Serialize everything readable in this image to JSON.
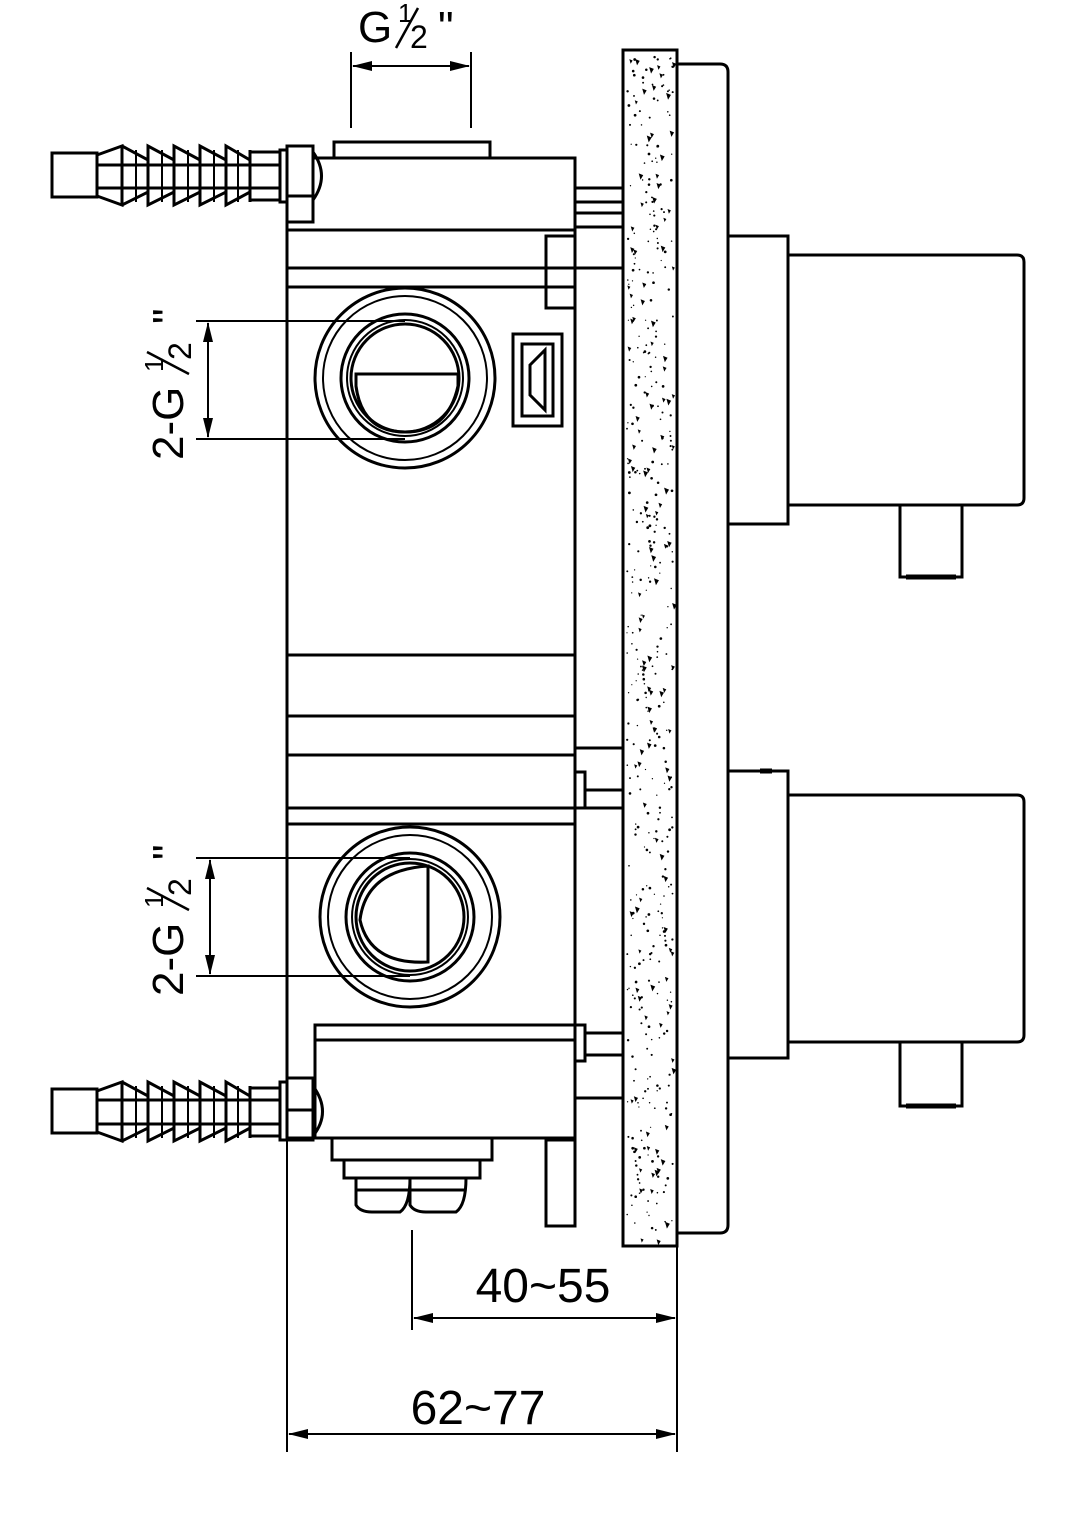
{
  "labels": {
    "top_thread_main": "G",
    "top_thread_num": "1",
    "top_thread_den": "2",
    "top_thread_quote": "\"",
    "side_thread_prefix": "2-G",
    "side_thread_num": "1",
    "side_thread_den": "2",
    "side_thread_quote": "\"",
    "dim_wall_cover": "40~55",
    "dim_total_depth": "62~77"
  },
  "colors": {
    "line": "#000000",
    "background": "#ffffff",
    "wall_speckle": "#000000"
  }
}
